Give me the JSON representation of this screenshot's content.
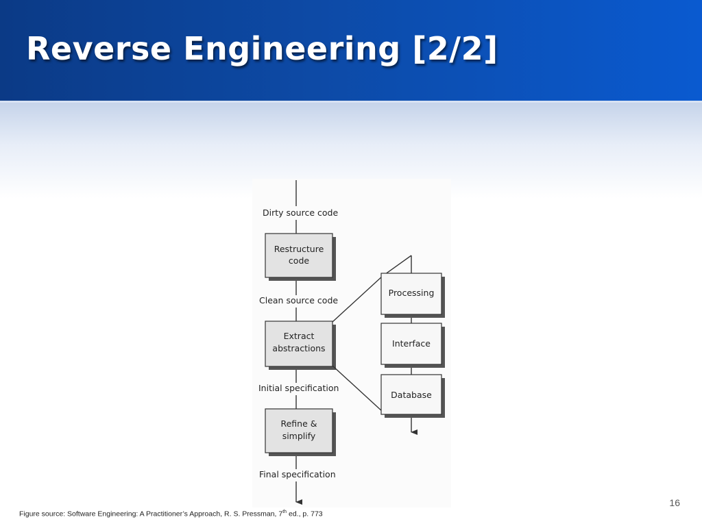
{
  "slide": {
    "title": "Reverse Engineering [2/2]",
    "page_number": "16"
  },
  "diagram": {
    "labels": {
      "dirty_source": "Dirty source code",
      "clean_source": "Clean source code",
      "initial_spec": "Initial specification",
      "final_spec": "Final specification"
    },
    "boxes": {
      "restructure": [
        "Restructure",
        "code"
      ],
      "extract": [
        "Extract",
        "abstractions"
      ],
      "refine": [
        "Refine &",
        "simplify"
      ],
      "processing": "Processing",
      "interface": "Interface",
      "database": "Database"
    }
  },
  "footer": {
    "caption_prefix": "Figure source: Software Engineering: A Practitioner’s Approach, R. S. Pressman, 7",
    "caption_sup": "th",
    "caption_suffix": " ed., p. 773"
  }
}
